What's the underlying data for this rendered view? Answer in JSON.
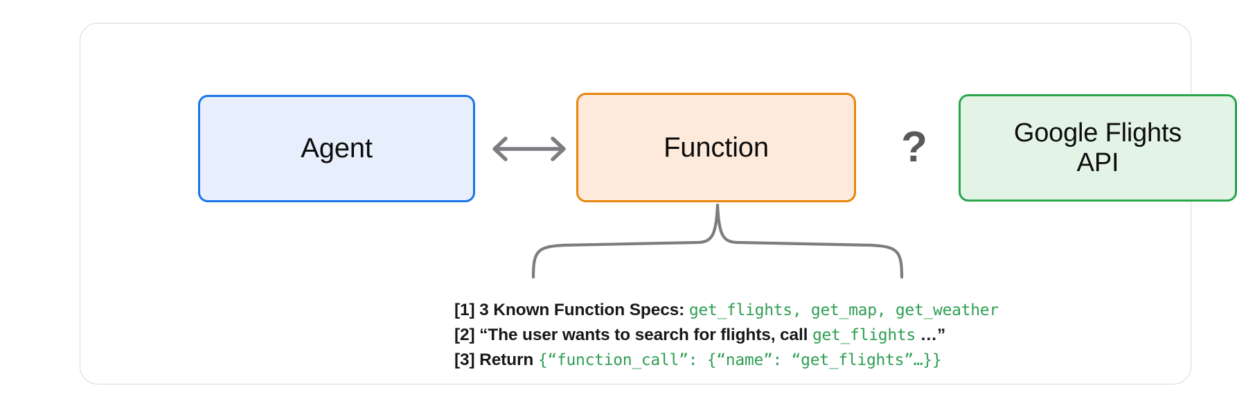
{
  "diagram": {
    "title_semantics": "agent-function-api-flow",
    "nodes": [
      {
        "id": "agent",
        "label": "Agent",
        "fill": "#e8effc",
        "stroke": "#1a73e8"
      },
      {
        "id": "function",
        "label": "Function",
        "fill": "#fdeadb",
        "stroke": "#e8860c"
      },
      {
        "id": "api",
        "label": "Google Flights\nAPI",
        "line1": "Google Flights",
        "line2": "API",
        "fill": "#e3f3e6",
        "stroke": "#27a54a"
      }
    ],
    "connectors": {
      "agent_function_arrow": "double-headed-arrow",
      "function_api_unknown": "?",
      "brace": "curly-brace-down"
    },
    "captions": [
      {
        "index": "[1]",
        "segments": [
          {
            "text": "[1] 3 Known Function Specs: ",
            "style": "plain"
          },
          {
            "text": "get_flights, get_map, get_weather",
            "style": "mono"
          }
        ]
      },
      {
        "index": "[2]",
        "segments": [
          {
            "text": "[2] “The user wants to search for flights, call ",
            "style": "plain"
          },
          {
            "text": "get_flights",
            "style": "mono"
          },
          {
            "text": " …”",
            "style": "plain"
          }
        ]
      },
      {
        "index": "[3]",
        "segments": [
          {
            "text": "[3] Return ",
            "style": "plain"
          },
          {
            "text": "{“function_call”: {“name”: “get_flights”…}}",
            "style": "mono"
          }
        ]
      }
    ],
    "colors": {
      "code_green": "#2e9e52",
      "blue_stroke": "#1a73e8",
      "orange_stroke": "#e8860c",
      "green_stroke": "#27a54a",
      "gray_connector": "#7b7d80",
      "card_border": "#d8d8d8",
      "text": "#17181a"
    }
  }
}
